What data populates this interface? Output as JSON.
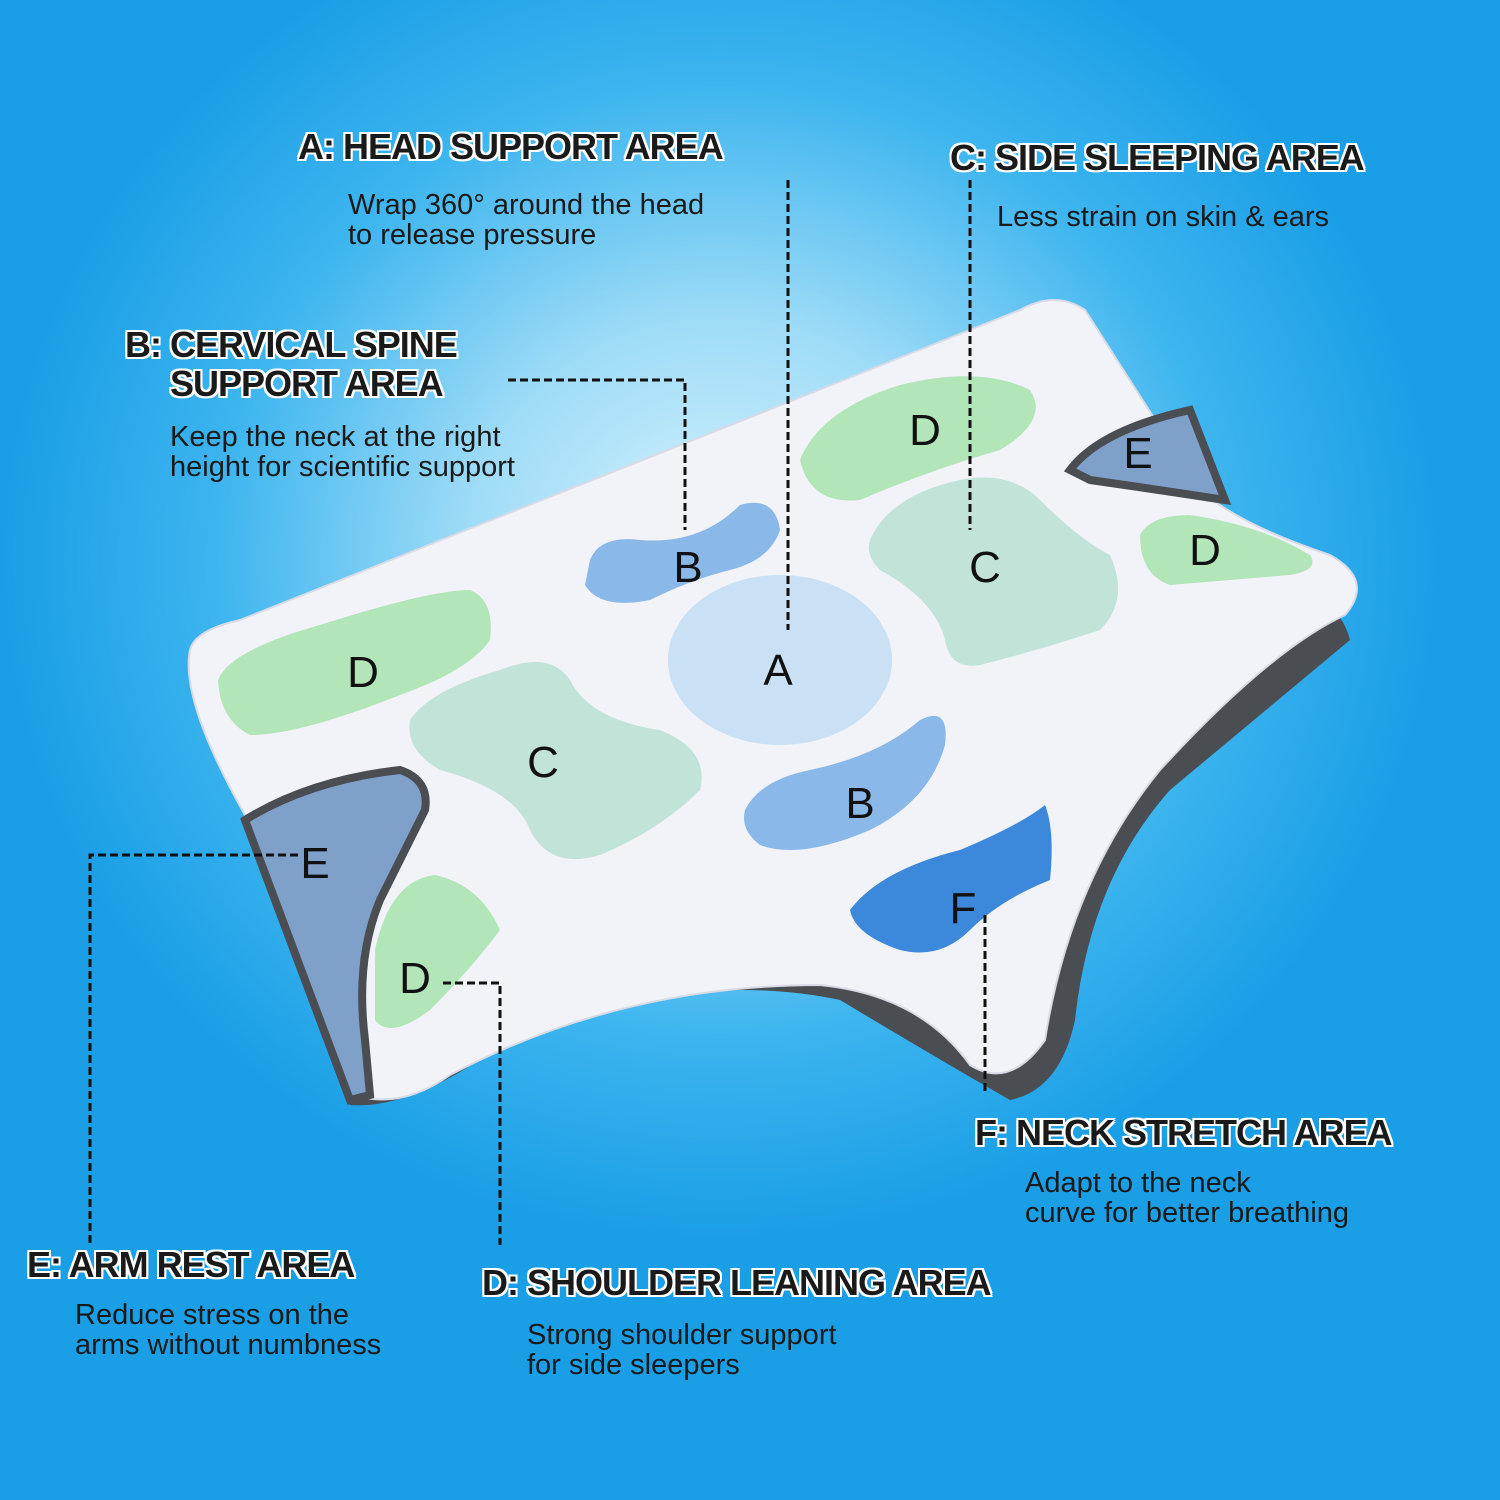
{
  "callouts": {
    "a": {
      "title": "A: HEAD SUPPORT AREA",
      "desc": [
        "Wrap 360° around the head",
        "to release pressure"
      ]
    },
    "b": {
      "title": [
        "B: CERVICAL SPINE",
        "SUPPORT AREA"
      ],
      "desc": [
        "Keep the neck at the right",
        "height for scientific support"
      ]
    },
    "c": {
      "title": "C: SIDE SLEEPING AREA",
      "desc": [
        "Less strain on skin & ears"
      ]
    },
    "d": {
      "title": "D: SHOULDER LEANING AREA",
      "desc": [
        "Strong shoulder support",
        "for side sleepers"
      ]
    },
    "e": {
      "title": "E: ARM REST AREA",
      "desc": [
        "Reduce stress on the",
        "arms without numbness"
      ]
    },
    "f": {
      "title": "F: NECK STRETCH AREA",
      "desc": [
        "Adapt to the neck",
        "curve for better breathing"
      ]
    }
  },
  "zones": {
    "a": "A",
    "b": "B",
    "c": "C",
    "d": "D",
    "e": "E",
    "f": "F"
  },
  "colors": {
    "a": "#c9e0f5",
    "b": "#8ab8e8",
    "c": "#c2e3d8",
    "d": "#b2e6b8",
    "e": "#7fa0c8",
    "f": "#3c88da",
    "base": "#4a4d52"
  }
}
